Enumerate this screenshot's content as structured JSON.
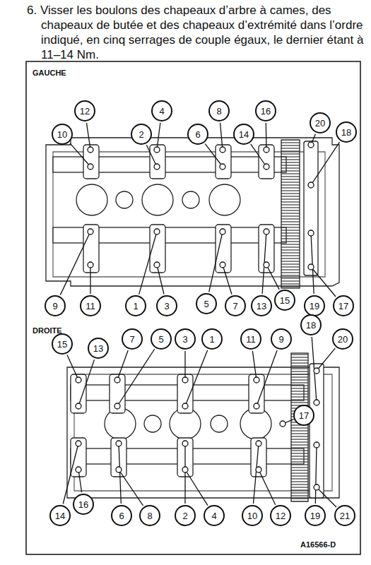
{
  "diagram": {
    "title": "6. Visser les boulons des chapeaux d’arbre à cames, des chapeaux de butée et des chapeaux d’extrémité dans l’ordre indiqué, en cinq serrages de couple égaux, le dernier étant à 11–14 Nm.",
    "nodes": [
      {
        "text": [
          "12"
        ]
      },
      {
        "text": [
          "4"
        ]
      },
      {
        "text": [
          "8"
        ]
      },
      {
        "text": [
          "16"
        ]
      },
      {
        "text": [
          "20"
        ]
      },
      {
        "text": [
          "18"
        ]
      },
      {
        "text": [
          "10"
        ]
      },
      {
        "text": [
          "2"
        ]
      },
      {
        "text": [
          "6"
        ]
      },
      {
        "text": [
          "14"
        ]
      },
      {
        "text": [
          "9"
        ]
      },
      {
        "text": [
          "11"
        ]
      },
      {
        "text": [
          "1"
        ]
      },
      {
        "text": [
          "3"
        ]
      },
      {
        "text": [
          "5"
        ]
      },
      {
        "text": [
          "7"
        ]
      },
      {
        "text": [
          "13"
        ]
      },
      {
        "text": [
          "15"
        ]
      },
      {
        "text": [
          "19"
        ]
      },
      {
        "text": [
          "17"
        ]
      },
      {
        "text": [
          "15"
        ]
      },
      {
        "text": [
          "13"
        ]
      },
      {
        "text": [
          "7"
        ]
      },
      {
        "text": [
          "5"
        ]
      },
      {
        "text": [
          "3"
        ]
      },
      {
        "text": [
          "1"
        ]
      },
      {
        "text": [
          "11"
        ]
      },
      {
        "text": [
          "9"
        ]
      },
      {
        "text": [
          "18"
        ]
      },
      {
        "text": [
          "20"
        ]
      },
      {
        "text": [
          "17"
        ]
      },
      {
        "text": [
          "14"
        ]
      },
      {
        "text": [
          "16"
        ]
      },
      {
        "text": [
          "6"
        ]
      },
      {
        "text": [
          "8"
        ]
      },
      {
        "text": [
          "2"
        ]
      },
      {
        "text": [
          "4"
        ]
      },
      {
        "text": [
          "10"
        ]
      },
      {
        "text": [
          "12"
        ]
      },
      {
        "text": [
          "19"
        ]
      },
      {
        "text": [
          "21"
        ]
      }
    ],
    "labels": [
      "GAUCHE",
      "DROITE",
      "A16566-D"
    ]
  }
}
